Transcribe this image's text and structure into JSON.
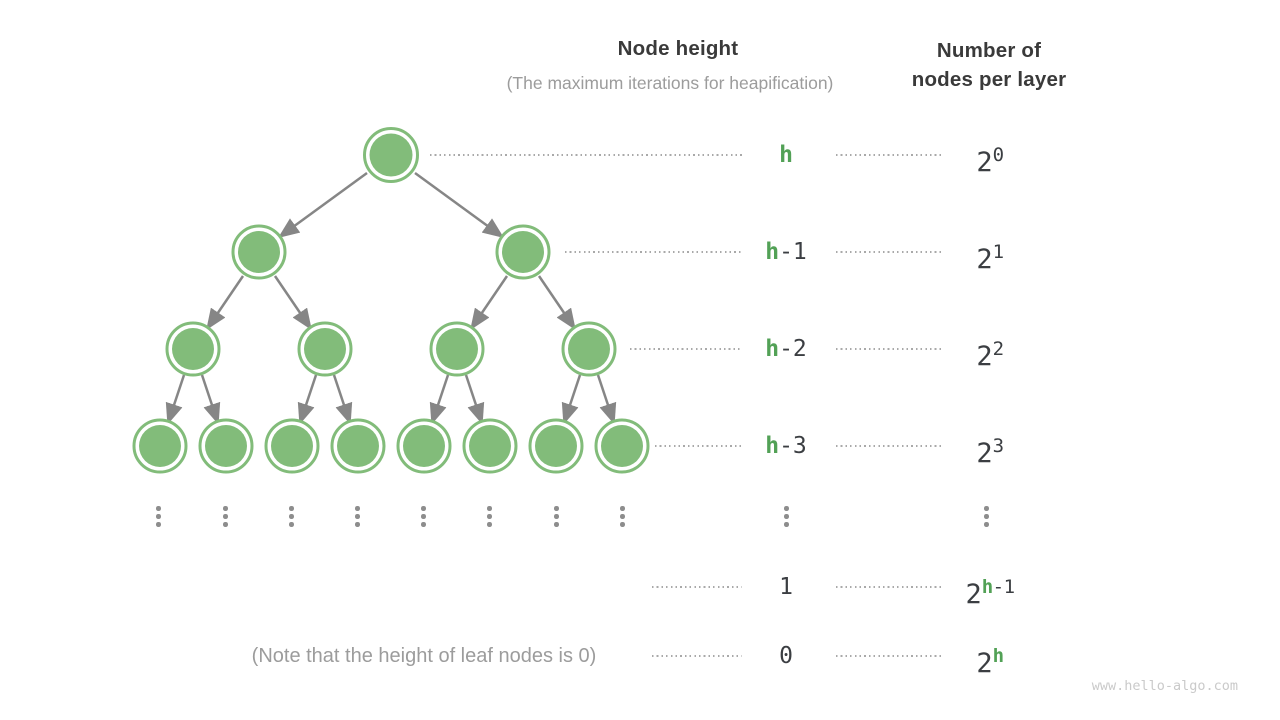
{
  "header": {
    "node_height_title": "Node height",
    "node_height_subtitle": "(The maximum iterations for heapification)",
    "nodes_per_layer_line1": "Number of",
    "nodes_per_layer_line2": "nodes per layer"
  },
  "rows": [
    {
      "label_green": "h",
      "label_plain": "",
      "base": "2",
      "exp_green": "",
      "exp_plain": "0"
    },
    {
      "label_green": "h",
      "label_plain": "-1",
      "base": "2",
      "exp_green": "",
      "exp_plain": "1"
    },
    {
      "label_green": "h",
      "label_plain": "-2",
      "base": "2",
      "exp_green": "",
      "exp_plain": "2"
    },
    {
      "label_green": "h",
      "label_plain": "-3",
      "base": "2",
      "exp_green": "",
      "exp_plain": "3"
    },
    {
      "label_green": "",
      "label_plain": "1",
      "base": "2",
      "exp_green": "h",
      "exp_plain": "-1"
    },
    {
      "label_green": "",
      "label_plain": "0",
      "base": "2",
      "exp_green": "h",
      "exp_plain": ""
    }
  ],
  "tree": {
    "type": "complete-binary-tree",
    "nodes_per_level": [
      1,
      2,
      4,
      8
    ],
    "ellipsis_columns": 10
  },
  "note_text": "(Note that the height of leaf nodes is 0)",
  "watermark": "www.hello-algo.com",
  "colors": {
    "node_green": "#82bc7a",
    "text_green": "#52a156",
    "edge_gray": "#868686",
    "dark_text": "#3b3e42",
    "muted_gray": "#9c9c9c"
  }
}
